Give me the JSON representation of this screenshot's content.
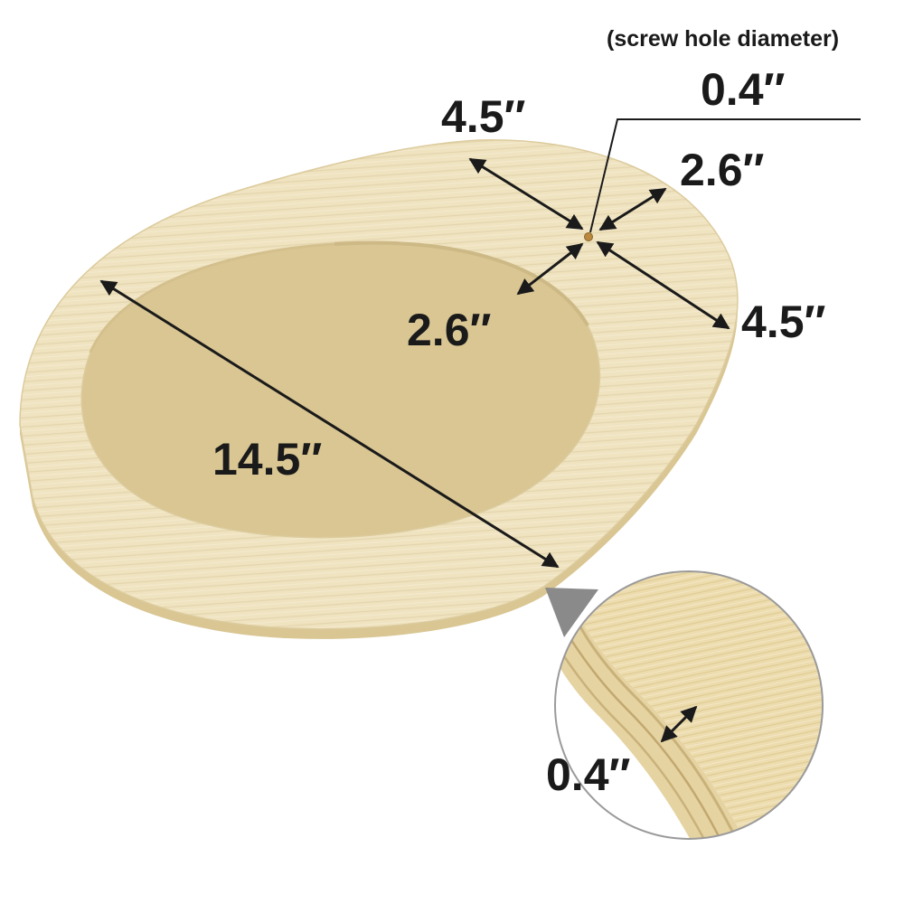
{
  "annotations": {
    "screw_hole_note": "(screw hole diameter)",
    "screw_hole_diameter": "0.4″",
    "top_width_left": "4.5″",
    "top_width_right": "4.5″",
    "hole_offset_upper": "2.6″",
    "hole_offset_lower": "2.6″",
    "inner_diameter": "14.5″",
    "board_thickness": "0.4″"
  },
  "colors": {
    "wood": "#efe3c0",
    "wood_grain": "#e2d3a8",
    "wood_edge": "#d8c79a",
    "arrow": "#1a1a1a",
    "pointer_wedge": "#8a8a8a"
  }
}
